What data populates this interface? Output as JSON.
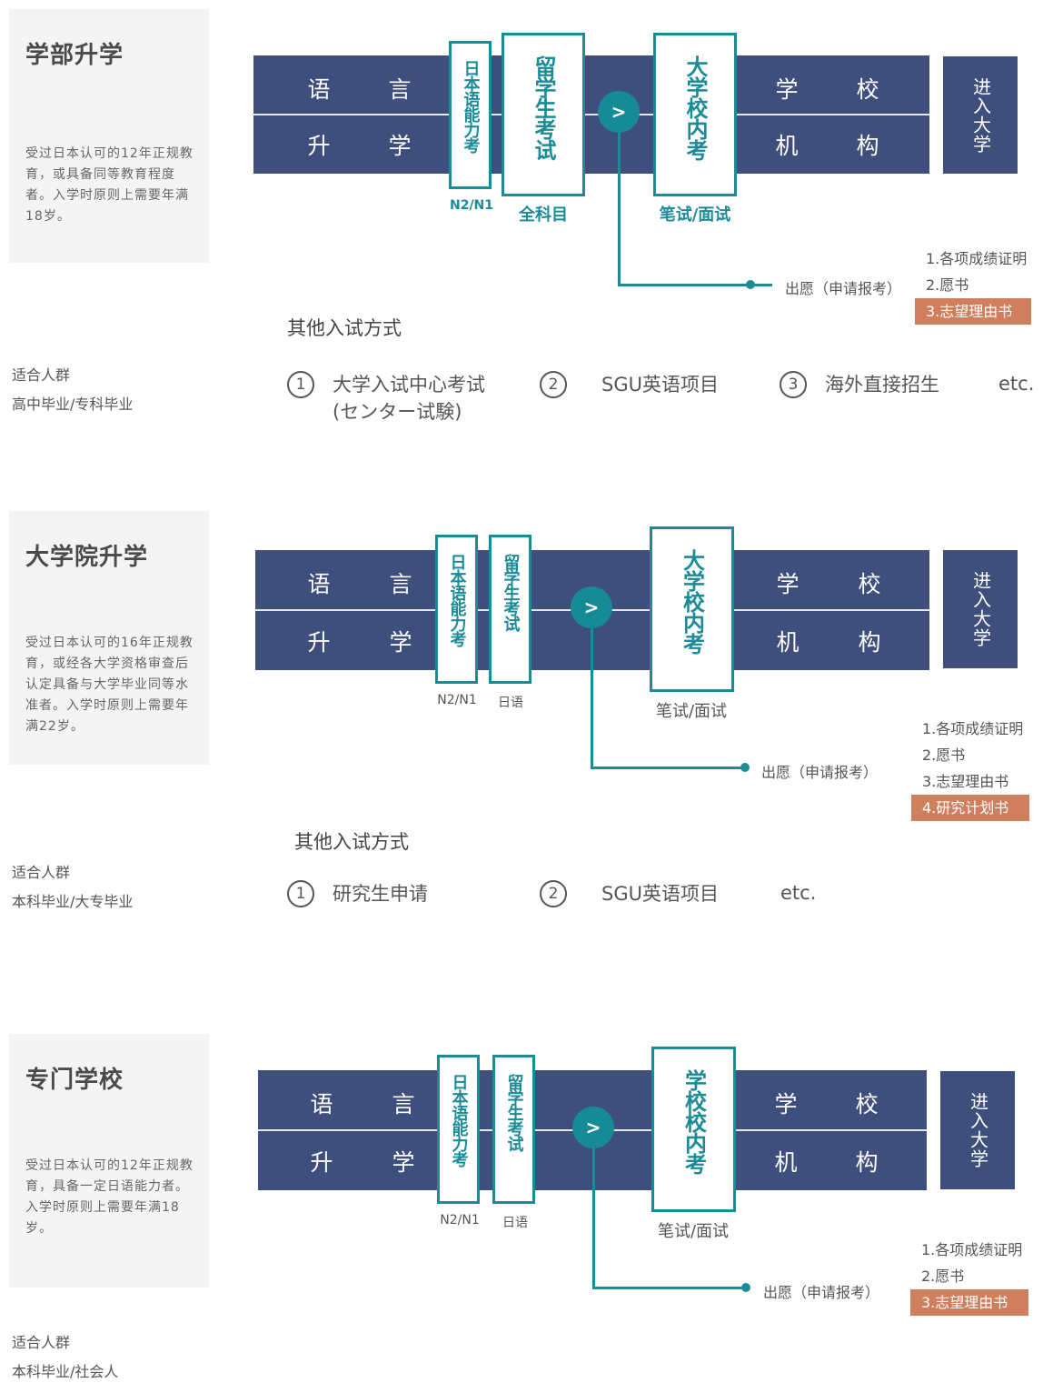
{
  "colors": {
    "bar_navy": "#3f4f7d",
    "teal": "#1c8b98",
    "highlight_orange": "#d07f5e",
    "card_bg": "#f4f4f4"
  },
  "sections": [
    {
      "title": "学部升学",
      "description": "受过日本认可的12年正规教育，或具备同等教育程度者。入学时原则上需要年满18岁。",
      "audience_label": "适合人群",
      "audience_value": "高中毕业/专科毕业",
      "language_school": {
        "top_left": "语",
        "top_right": "言",
        "bottom_left": "升",
        "bottom_right": "学"
      },
      "exam_boxes": [
        {
          "text": "日本语能力考",
          "label": "N2/N1"
        },
        {
          "text": "留学生考试",
          "label": "全科目"
        },
        {
          "text": "大学校内考",
          "label": "笔试/面试"
        }
      ],
      "arrow_icon": ">",
      "school_org": {
        "top_left": "学",
        "top_right": "校",
        "bottom_left": "机",
        "bottom_right": "构"
      },
      "enter": "进入大学",
      "apply_label": "出愿（申请报考）",
      "documents": [
        "1.各项成绩证明",
        "2.愿书",
        "3.志望理由书"
      ],
      "highlighted_document_index": 2,
      "other_title": "其他入试方式",
      "other_methods": [
        {
          "num": "1",
          "text": "大学入试中心考试",
          "sub": "(センター试験)"
        },
        {
          "num": "2",
          "text": "SGU英语项目"
        },
        {
          "num": "3",
          "text": "海外直接招生"
        }
      ],
      "etc": "etc."
    },
    {
      "title": "大学院升学",
      "description": "受过日本认可的16年正规教育，或经各大学资格审查后认定具备与大学毕业同等水准者。入学时原则上需要年满22岁。",
      "audience_label": "适合人群",
      "audience_value": "本科毕业/大专毕业",
      "language_school": {
        "top_left": "语",
        "top_right": "言",
        "bottom_left": "升",
        "bottom_right": "学"
      },
      "exam_boxes": [
        {
          "text": "日本语能力考",
          "label": "N2/N1"
        },
        {
          "text": "留学生考试",
          "label": "日语"
        },
        {
          "text": "大学校内考",
          "label": "笔试/面试"
        }
      ],
      "arrow_icon": ">",
      "school_org": {
        "top_left": "学",
        "top_right": "校",
        "bottom_left": "机",
        "bottom_right": "构"
      },
      "enter": "进入大学",
      "apply_label": "出愿（申请报考）",
      "documents": [
        "1.各项成绩证明",
        "2.愿书",
        "3.志望理由书",
        "4.研究计划书"
      ],
      "highlighted_document_index": 3,
      "other_title": "其他入试方式",
      "other_methods": [
        {
          "num": "1",
          "text": "研究生申请"
        },
        {
          "num": "2",
          "text": "SGU英语项目"
        }
      ],
      "etc": "etc."
    },
    {
      "title": "专门学校",
      "description": "受过日本认可的12年正规教育，具备一定日语能力者。入学时原则上需要年满18岁。",
      "audience_label": "适合人群",
      "audience_value": "本科毕业/社会人",
      "language_school": {
        "top_left": "语",
        "top_right": "言",
        "bottom_left": "升",
        "bottom_right": "学"
      },
      "exam_boxes": [
        {
          "text": "日本语能力考",
          "label": "N2/N1"
        },
        {
          "text": "留学生考试",
          "label": "日语"
        },
        {
          "text": "学校校内考",
          "label": "笔试/面试"
        }
      ],
      "arrow_icon": ">",
      "school_org": {
        "top_left": "学",
        "top_right": "校",
        "bottom_left": "机",
        "bottom_right": "构"
      },
      "enter": "进入大学",
      "apply_label": "出愿（申请报考）",
      "documents": [
        "1.各项成绩证明",
        "2.愿书",
        "3.志望理由书"
      ],
      "highlighted_document_index": 2
    }
  ]
}
